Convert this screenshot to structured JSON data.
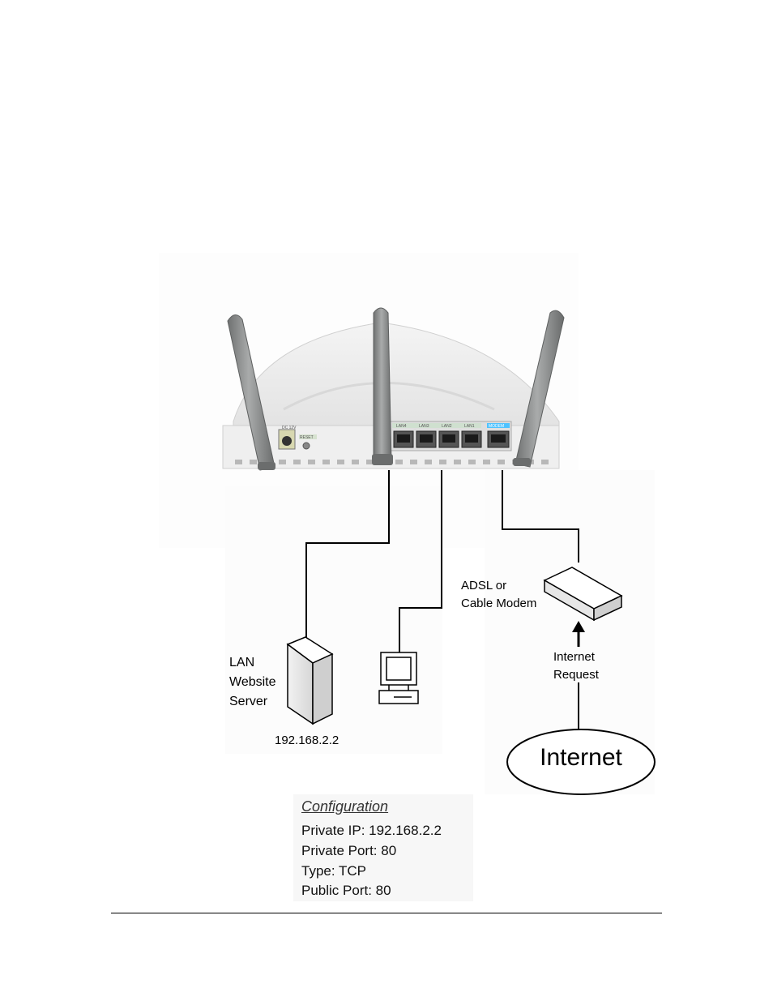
{
  "router": {
    "port_labels": [
      "LAN4",
      "LAN3",
      "LAN2",
      "LAN1",
      "MODEM"
    ],
    "power_label": "DC 12V",
    "reset_label": "RESET"
  },
  "server": {
    "label_lines": [
      "LAN",
      "Website",
      "Server"
    ],
    "ip": "192.168.2.2"
  },
  "modem": {
    "label_lines": [
      "ADSL or",
      "Cable Modem"
    ]
  },
  "request": {
    "label_lines": [
      "Internet",
      "Request"
    ]
  },
  "internet": {
    "label": "Internet"
  },
  "configuration": {
    "heading": "Configuration",
    "lines": [
      "Private IP: 192.168.2.2",
      "Private Port: 80",
      "Type: TCP",
      "Public Port: 80"
    ]
  },
  "colors": {
    "modem_port_accent": "#4fc3ff",
    "router_body": "#e8e8e8",
    "antenna": "#8a8c8c"
  }
}
